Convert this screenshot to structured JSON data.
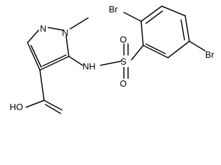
{
  "molecule": {
    "atoms": {
      "n_ring_top": "N",
      "n_ring_methyl": "N",
      "nh": "NH",
      "s": "S",
      "o_top": "O",
      "o_bottom": "O",
      "br_top": "Br",
      "br_right": "Br",
      "cooh": "HO"
    },
    "colors": {
      "bond": "#000000",
      "background": "#ffffff"
    }
  }
}
